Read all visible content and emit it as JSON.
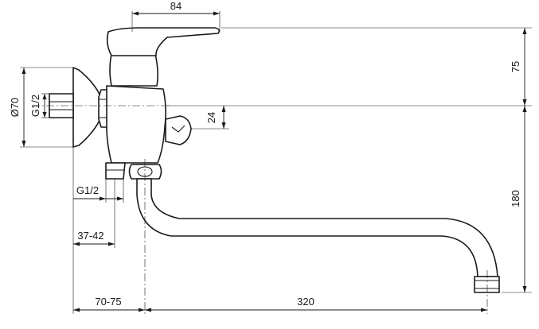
{
  "dimensions": {
    "handle_width": "84",
    "head_height": "75",
    "outlet_offset": "24",
    "spout_drop": "180",
    "flange_diameter": "Ø70",
    "inlet_thread_left": "G1/2",
    "inlet_thread_bottom": "G1/2",
    "eccentric_range": "37-42",
    "wall_distance": "70-75",
    "spout_reach": "320"
  },
  "colors": {
    "line": "#1a1a1a",
    "background": "#ffffff"
  }
}
